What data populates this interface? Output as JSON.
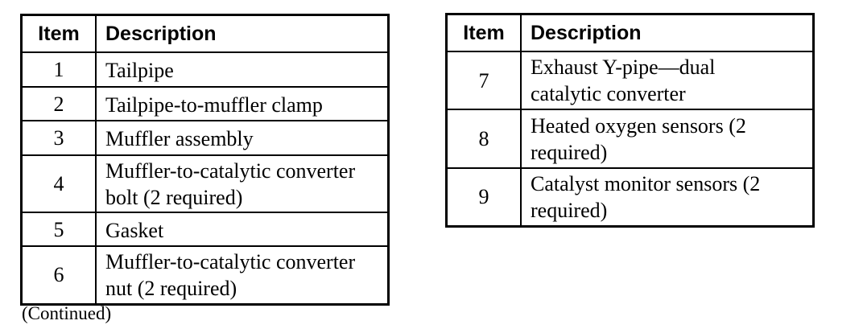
{
  "page": {
    "background_color": "#ffffff",
    "text_color": "#000000",
    "border_color": "#000000",
    "continued_note": "(Continued)"
  },
  "left_table": {
    "headers": {
      "item": "Item",
      "description": "Description"
    },
    "rows": [
      {
        "item": "1",
        "description": "Tailpipe"
      },
      {
        "item": "2",
        "description": "Tailpipe-to-muffler clamp"
      },
      {
        "item": "3",
        "description": "Muffler assembly"
      },
      {
        "item": "4",
        "description": "Muffler-to-catalytic converter bolt (2 required)"
      },
      {
        "item": "5",
        "description": "Gasket"
      },
      {
        "item": "6",
        "description": "Muffler-to-catalytic converter nut (2 required)"
      }
    ]
  },
  "right_table": {
    "headers": {
      "item": "Item",
      "description": "Description"
    },
    "rows": [
      {
        "item": "7",
        "description": "Exhaust Y-pipe—dual catalytic converter"
      },
      {
        "item": "8",
        "description": "Heated oxygen sensors (2 required)"
      },
      {
        "item": "9",
        "description": "Catalyst monitor sensors (2 required)"
      }
    ]
  }
}
